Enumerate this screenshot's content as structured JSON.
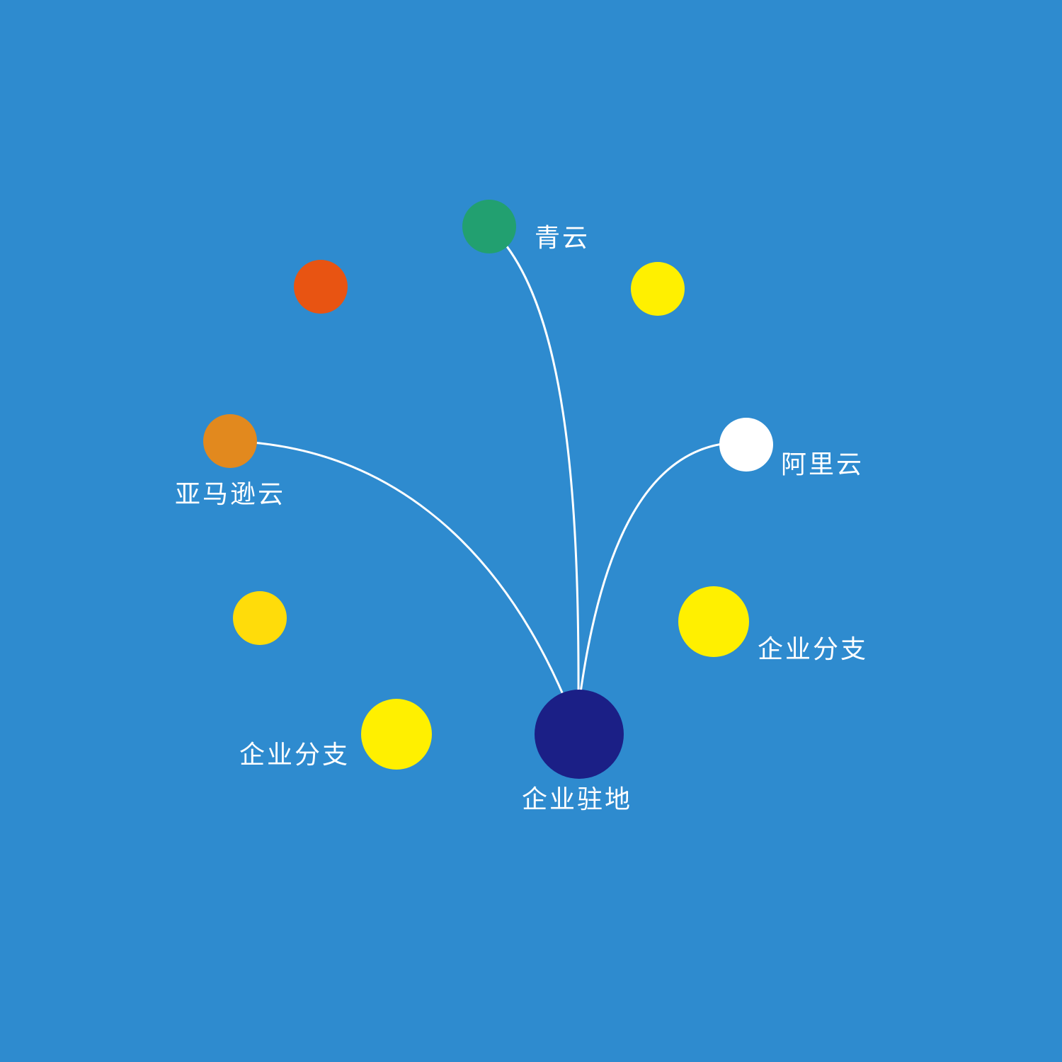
{
  "background": "#2E8BCF",
  "link_color": "#FFFFFF",
  "nodes": {
    "hq": {
      "label": "企业驻地",
      "color": "#1B1F86"
    },
    "qingcloud": {
      "label": "青云",
      "color": "#22A070"
    },
    "aliyun": {
      "label": "阿里云",
      "color": "#FFFFFF"
    },
    "aws": {
      "label": "亚马逊云",
      "color": "#E2891E"
    },
    "branch_right": {
      "label": "企业分支",
      "color": "#FFF000"
    },
    "branch_left": {
      "label": "企业分支",
      "color": "#FFF000"
    },
    "dot_red": {
      "color": "#E85412"
    },
    "dot_yellow_top": {
      "color": "#FFF000"
    },
    "dot_yellow_left": {
      "color": "#FFDC0A"
    }
  },
  "links": [
    {
      "from": "aws",
      "to": "hq"
    },
    {
      "from": "qingcloud",
      "to": "hq"
    },
    {
      "from": "aliyun",
      "to": "hq"
    }
  ]
}
